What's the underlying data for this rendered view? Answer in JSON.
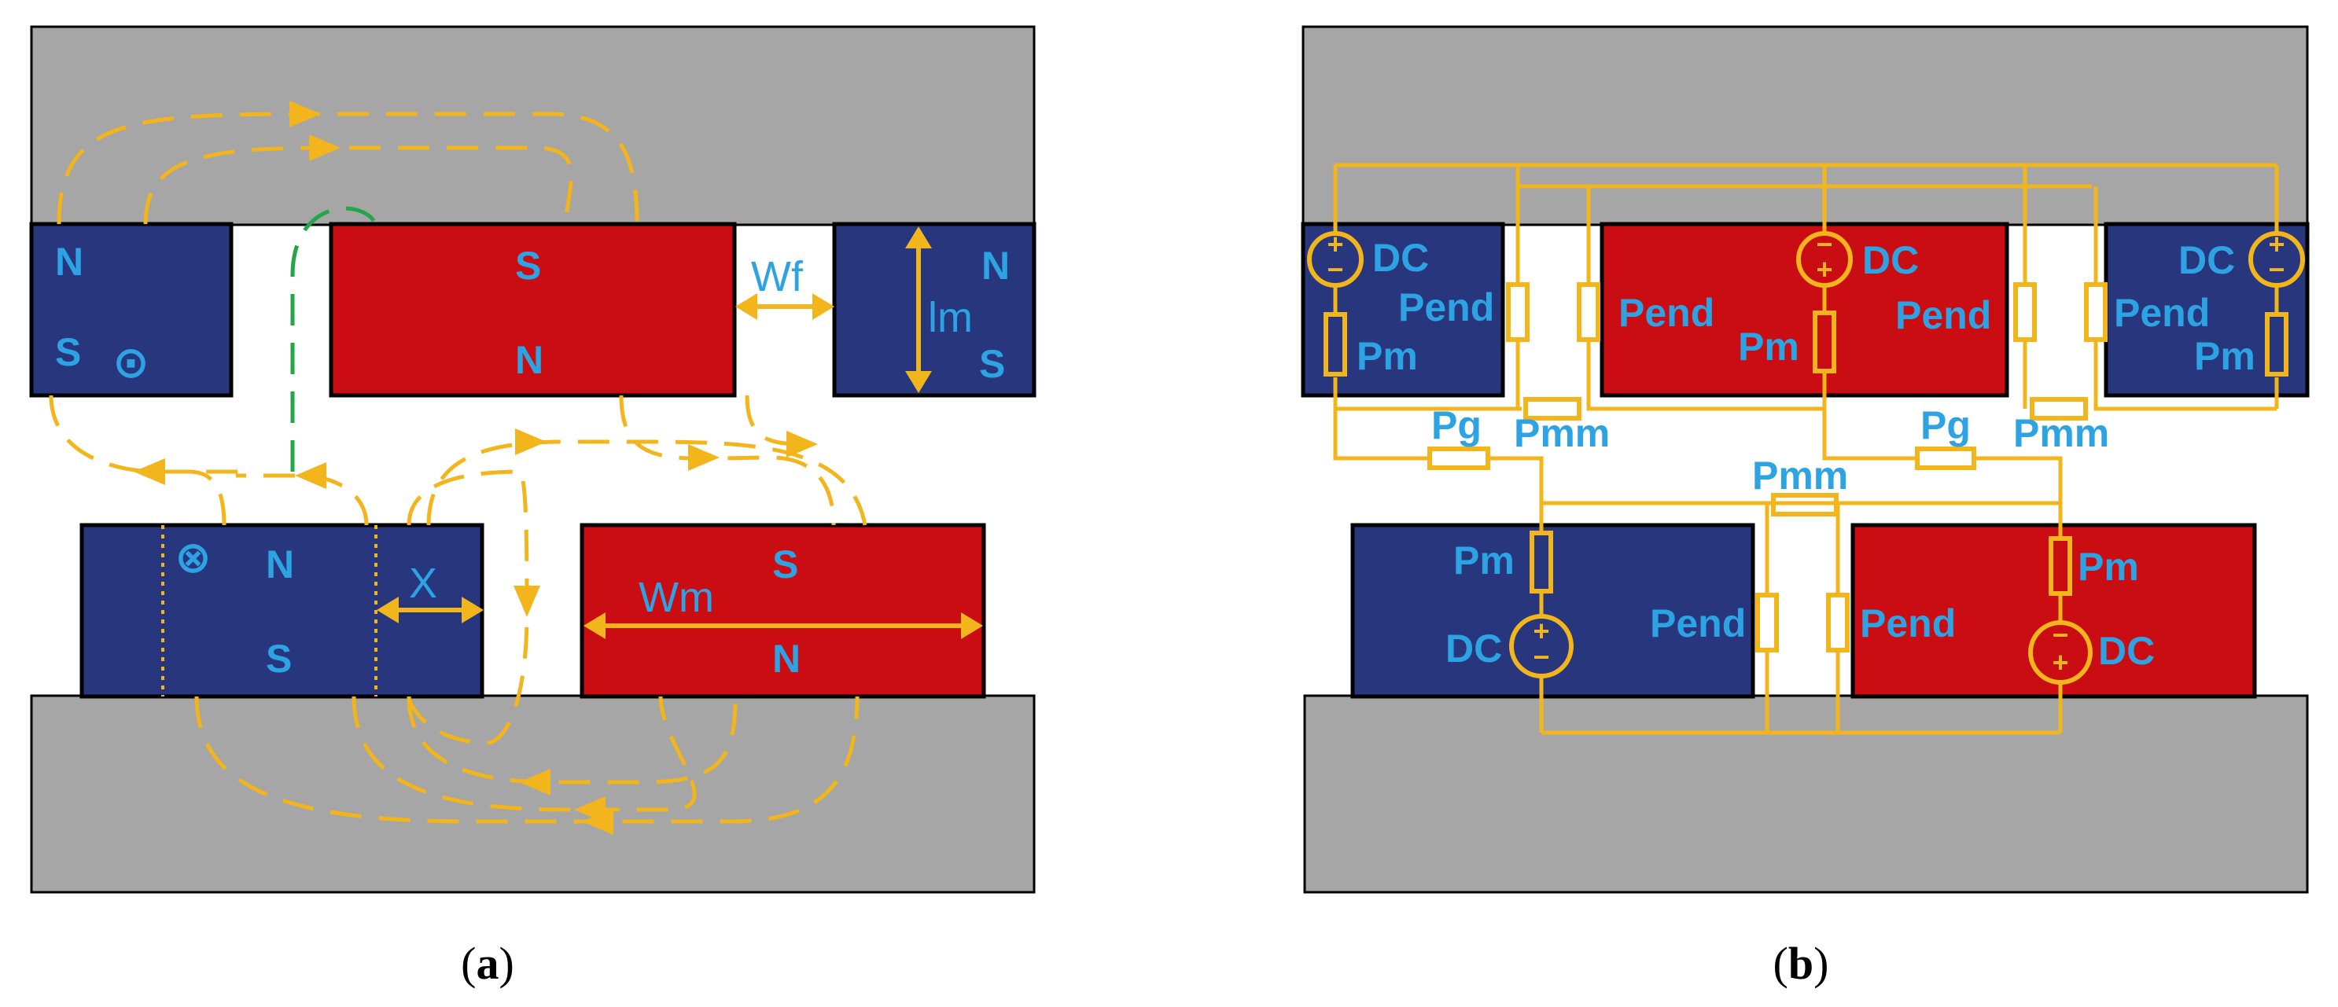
{
  "colors": {
    "iron": "#a6a6a6",
    "magnet_blue": "#27367d",
    "magnet_red": "#c90d12",
    "flux": "#f2b51c",
    "leakage": "#23a64a",
    "label": "#2ea3e3",
    "outline": "#000000"
  },
  "panel_a": {
    "caption": {
      "open": "(",
      "letter": "a",
      "close": ")"
    },
    "poles": {
      "left_stator_top": "N",
      "left_stator_bottom": "S",
      "middle_stator_top": "S",
      "middle_stator_bottom": "N",
      "right_stator_top": "N",
      "right_stator_bottom": "S",
      "left_mover_top": "N",
      "left_mover_bottom": "S",
      "right_mover_top": "S",
      "right_mover_bottom": "N"
    },
    "dimensions": {
      "gap_width": "Wf",
      "magnet_length": "lm",
      "displacement": "X",
      "magnet_width": "Wm"
    },
    "current_symbols": {
      "out_of_page": "⊙",
      "into_page": "⊗"
    }
  },
  "panel_b": {
    "caption": {
      "open": "(",
      "letter": "b",
      "close": ")"
    },
    "labels": {
      "dc": "DC",
      "pm": "Pm",
      "pend": "Pend",
      "pmm": "Pmm",
      "pg": "Pg"
    },
    "source_signs": {
      "plus": "+",
      "minus": "−"
    }
  }
}
